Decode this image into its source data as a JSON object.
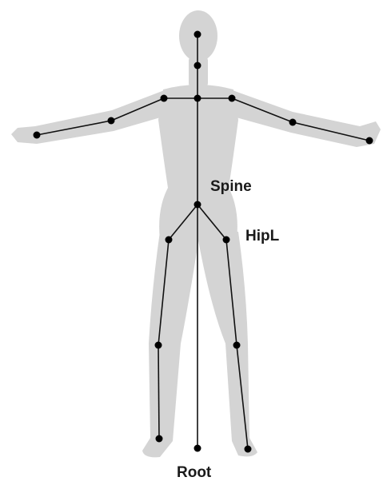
{
  "labels": {
    "spine": "Spine",
    "hip_left": "HipL",
    "root": "Root"
  },
  "colors": {
    "silhouette": "#d4d4d4",
    "bone": "#111111",
    "joint": "#000000",
    "label": "#1a1a1a"
  }
}
